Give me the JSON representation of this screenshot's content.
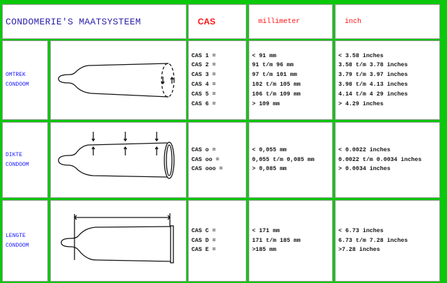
{
  "header": {
    "title": "CONDOMERIE'S MAATSYSTEEM",
    "cas": "CAS",
    "millimeter": "millimeter",
    "inch": "inch"
  },
  "rows": [
    {
      "label": [
        "OMTREK",
        "CONDOOM"
      ],
      "icon": "condom-circumference-drawing",
      "cas": [
        "CAS 1 =",
        "CAS 2 =",
        "CAS 3 =",
        "CAS 4 =",
        "CAS 5 =",
        "CAS 6 ="
      ],
      "mm": [
        "< 91 mm",
        "91 t/m 96 mm",
        "97 t/m 101 mm",
        "102 t/m 105 mm",
        "106 t/m 109 mm",
        "> 109 mm"
      ],
      "inch": [
        "< 3.58 inches",
        "3.58 t/m 3.78 inches",
        "3.79 t/m 3.97 inches",
        "3.98 t/m 4.13 inches",
        "4.14 t/m 4 29 inches",
        "> 4.29 inches"
      ]
    },
    {
      "label": [
        "DIKTE",
        "CONDOOM"
      ],
      "icon": "condom-thickness-drawing",
      "cas": [
        "CAS o =",
        "CAS oo =",
        "CAS ooo ="
      ],
      "mm": [
        "< 0,055 mm",
        "0,055 t/m 0,085 mm",
        "> 0,085 mm"
      ],
      "inch": [
        "< 0.0022 inches",
        "0.0022 t/m 0.0034 inches",
        "> 0.0034 inches"
      ]
    },
    {
      "label": [
        "LENGTE",
        "CONDOOM"
      ],
      "icon": "condom-length-drawing",
      "cas": [
        "CAS C =",
        "CAS D =",
        "CAS E ="
      ],
      "mm": [
        "< 171 mm",
        "171 t/m 185 mm",
        ">185 mm"
      ],
      "inch": [
        "< 6.73 inches",
        "6.73 t/m 7.28 inches",
        ">7.28 inches"
      ]
    }
  ],
  "colors": {
    "border": "#0cc80c",
    "title": "#2a1fa8",
    "header": "#ff1010",
    "label": "#1515ff"
  }
}
